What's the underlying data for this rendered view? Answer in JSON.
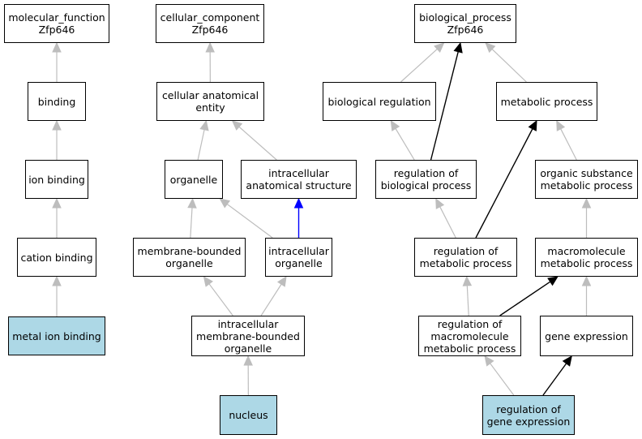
{
  "colors": {
    "highlight": "#add8e6",
    "edge_gray": "#bdbdbd",
    "edge_black": "#000000",
    "edge_blue": "#0000ff"
  },
  "nodes": {
    "molecular_function": "molecular_function\nZfp646",
    "binding": "binding",
    "ion_binding": "ion binding",
    "cation_binding": "cation binding",
    "metal_ion_binding": "metal ion binding",
    "cellular_component": "cellular_component\nZfp646",
    "cellular_anatomical_entity": "cellular anatomical\nentity",
    "organelle": "organelle",
    "intracellular_anatomical_structure": "intracellular\nanatomical structure",
    "membrane_bounded_organelle": "membrane-bounded\norganelle",
    "intracellular_organelle": "intracellular\norganelle",
    "intracellular_membrane_bounded_organelle": "intracellular\nmembrane-bounded\norganelle",
    "nucleus": "nucleus",
    "biological_process": "biological_process\nZfp646",
    "biological_regulation": "biological regulation",
    "metabolic_process": "metabolic process",
    "regulation_of_biological_process": "regulation of\nbiological process",
    "organic_substance_metabolic_process": "organic substance\nmetabolic process",
    "regulation_of_metabolic_process": "regulation of\nmetabolic process",
    "macromolecule_metabolic_process": "macromolecule\nmetabolic process",
    "regulation_of_macromolecule_metabolic_process": "regulation of\nmacromolecule\nmetabolic process",
    "gene_expression": "gene expression",
    "regulation_of_gene_expression": "regulation of\ngene expression"
  },
  "edges": [
    {
      "from": "binding",
      "to": "molecular_function",
      "color": "gray"
    },
    {
      "from": "ion_binding",
      "to": "binding",
      "color": "gray"
    },
    {
      "from": "cation_binding",
      "to": "ion_binding",
      "color": "gray"
    },
    {
      "from": "metal_ion_binding",
      "to": "cation_binding",
      "color": "gray"
    },
    {
      "from": "cellular_anatomical_entity",
      "to": "cellular_component",
      "color": "gray"
    },
    {
      "from": "organelle",
      "to": "cellular_anatomical_entity",
      "color": "gray"
    },
    {
      "from": "intracellular_anatomical_structure",
      "to": "cellular_anatomical_entity",
      "color": "gray"
    },
    {
      "from": "membrane_bounded_organelle",
      "to": "organelle",
      "color": "gray"
    },
    {
      "from": "intracellular_organelle",
      "to": "organelle",
      "color": "gray"
    },
    {
      "from": "intracellular_organelle",
      "to": "intracellular_anatomical_structure",
      "color": "blue"
    },
    {
      "from": "intracellular_membrane_bounded_organelle",
      "to": "membrane_bounded_organelle",
      "color": "gray"
    },
    {
      "from": "intracellular_membrane_bounded_organelle",
      "to": "intracellular_organelle",
      "color": "gray"
    },
    {
      "from": "nucleus",
      "to": "intracellular_membrane_bounded_organelle",
      "color": "gray"
    },
    {
      "from": "biological_regulation",
      "to": "biological_process",
      "color": "gray"
    },
    {
      "from": "metabolic_process",
      "to": "biological_process",
      "color": "gray"
    },
    {
      "from": "regulation_of_biological_process",
      "to": "biological_regulation",
      "color": "gray"
    },
    {
      "from": "regulation_of_biological_process",
      "to": "biological_process",
      "color": "black"
    },
    {
      "from": "organic_substance_metabolic_process",
      "to": "metabolic_process",
      "color": "gray"
    },
    {
      "from": "regulation_of_metabolic_process",
      "to": "regulation_of_biological_process",
      "color": "gray"
    },
    {
      "from": "regulation_of_metabolic_process",
      "to": "metabolic_process",
      "color": "black"
    },
    {
      "from": "macromolecule_metabolic_process",
      "to": "organic_substance_metabolic_process",
      "color": "gray"
    },
    {
      "from": "regulation_of_macromolecule_metabolic_process",
      "to": "regulation_of_metabolic_process",
      "color": "gray"
    },
    {
      "from": "regulation_of_macromolecule_metabolic_process",
      "to": "macromolecule_metabolic_process",
      "color": "black"
    },
    {
      "from": "gene_expression",
      "to": "macromolecule_metabolic_process",
      "color": "gray"
    },
    {
      "from": "regulation_of_gene_expression",
      "to": "regulation_of_macromolecule_metabolic_process",
      "color": "gray"
    },
    {
      "from": "regulation_of_gene_expression",
      "to": "gene_expression",
      "color": "black"
    }
  ]
}
